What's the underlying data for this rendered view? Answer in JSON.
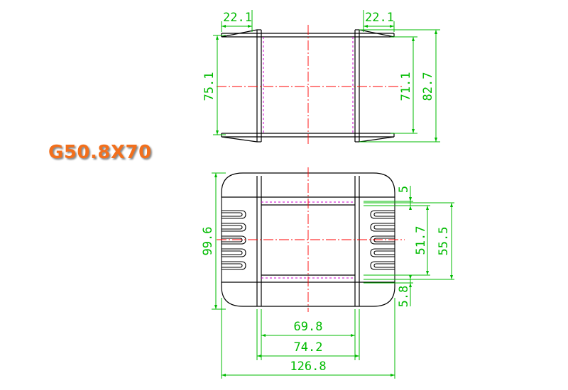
{
  "title": "G50.8X70",
  "colors": {
    "outline": "#000000",
    "dimension": "#00bb00",
    "centerline": "#ff0000",
    "hidden": "#cc00cc",
    "title": "#f26f1c"
  },
  "dimensions": {
    "top_flange_left": "22.1",
    "top_flange_right": "22.1",
    "top_height_outer": "75.1",
    "top_height_inner": "71.1",
    "top_height_total": "82.7",
    "bottom_height_total": "99.6",
    "bottom_slot_width": "5",
    "bottom_window_inner": "51.7",
    "bottom_window_outer": "55.5",
    "bottom_margin": "5.8",
    "bottom_width_inner": "69.8",
    "bottom_width_mid": "74.2",
    "bottom_width_total": "126.8"
  }
}
